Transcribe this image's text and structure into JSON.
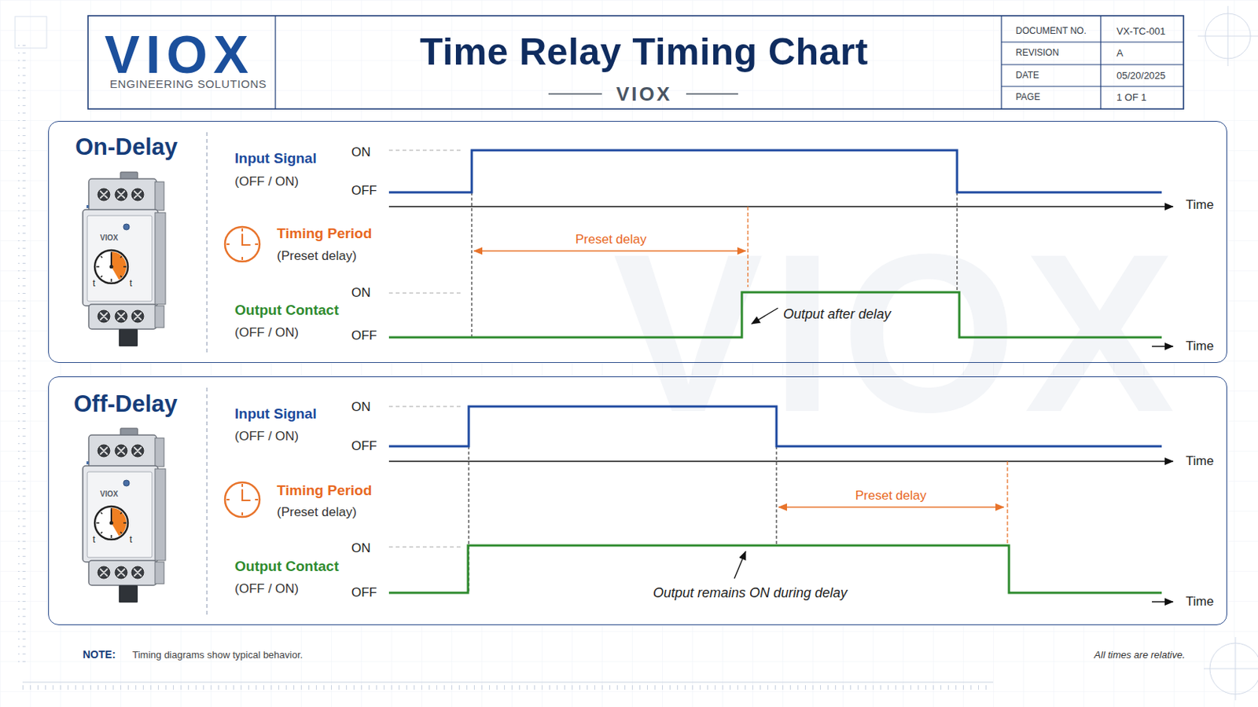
{
  "diagram": {
    "title": "Time Relay Timing Chart",
    "nodes": [
      {
        "text": [
          "VIOX",
          "ENGINEERING SOLUTIONS"
        ]
      },
      {
        "text": [
          "On-Delay"
        ]
      },
      {
        "text": [
          "Off-Delay"
        ]
      }
    ],
    "labels": [
      "VIOX",
      "DOCUMENT NO.",
      "VX-TC-001",
      "REVISION",
      "A",
      "DATE",
      "05/20/2025",
      "PAGE",
      "1 OF 1",
      "VIOX",
      "VIOX",
      "t",
      "t",
      "Input Signal",
      "(OFF / ON)",
      "ON",
      "OFF",
      "Time",
      "Timing Period",
      "(Preset delay)",
      "Preset delay",
      "Output Contact",
      "(OFF / ON)",
      "ON",
      "Output after delay",
      "OFF",
      "Time",
      "VIOX",
      "t",
      "t",
      "Input Signal",
      "(OFF / ON)",
      "ON",
      "OFF",
      "Time",
      "Timing Period",
      "(Preset delay)",
      "Preset delay",
      "Output Contact",
      "(OFF / ON)",
      "ON",
      "OFF",
      "Output remains ON during delay",
      "Time",
      "NOTE:",
      "Timing diagrams show typical behavior.",
      "All times are relative."
    ]
  }
}
